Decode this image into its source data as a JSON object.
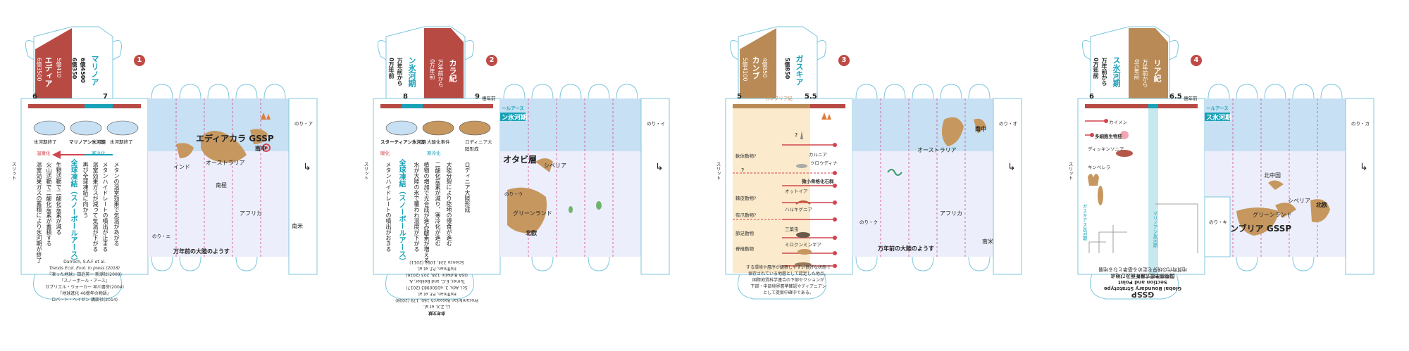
{
  "colors": {
    "era_red": "#b74a43",
    "era_brown": "#b98a55",
    "teal": "#18a2b8",
    "ocean": "#c7e0f3",
    "land": "#c6975e",
    "lavender": "#eceefb",
    "pink_fold": "#d54a7e",
    "outline": "#7cc7de",
    "cream": "#fbeacb",
    "red_dot": "#d2454e"
  },
  "common": {
    "slit_label": "スリット",
    "arrow_glyph": "↳"
  },
  "panel1": {
    "badge": "1",
    "tab_red_lines": [
      "エディア",
      "6億3500",
      "5億410"
    ],
    "tab_white_lines": [
      "マリノア",
      "6億4500",
      "6億350"
    ],
    "scale_left": "6",
    "scale_right": "7",
    "event_labels": [
      "氷河期終了",
      "マリノアン氷河期",
      "氷河期終了"
    ],
    "trend_left": "温暖化",
    "trend_right": "寒冷化",
    "col_texts": [
      "温室効果ガスの蓄積により氷河期が終了",
      "火山活動で二酸化炭素が蓄積する",
      "生物活動で二酸化炭素が減る",
      "全球凍結（スノーボールアース）",
      "再び全球凍結に向かう",
      "温室効果ガスが減って気温が下がる",
      "メタンハイドレートの噴出が止まる",
      "メタンの温室効果で気温があがる"
    ],
    "gssp_label": "エディアカラ GSSP",
    "map_labels": [
      "インド",
      "オーストラリア",
      "南中",
      "南極",
      "アフリカ",
      "南米"
    ],
    "glue_label": "のり・ア",
    "glue_label2": "のり・エ",
    "map_caption": "万年前の大陸のようす",
    "refs": [
      "Darroch, S.A.F et al.",
      "Trends Ecol. Evol. in press (2018)",
      "『凍った地球』田近英一 新潮社(2009)",
      "『スノーボール・アース』",
      "ガブリエル・ウォーカー 早川書房(2004)",
      "『地球進化 46億年の物語』",
      "ロバート・ヘイゼン 講談社(2014)"
    ]
  },
  "panel2": {
    "badge": "2",
    "tab_white_lines": [
      "ン氷河期",
      "万年前から",
      "0万年前"
    ],
    "tab_red_lines": [
      "カラ紀",
      "万年前から",
      "0万年前"
    ],
    "scale_left": "8",
    "scale_right": "9",
    "scale_unit": "億年前",
    "banner_top": "ールアース",
    "banner": "ン氷河期",
    "event_labels": [
      "スターティアン氷河期",
      "大酸化事件",
      "ロディニア大陸形成"
    ],
    "trend_left": "暖化",
    "trend_right": "寒冷化",
    "col_texts": [
      "メタンハイドレートの噴出がおきる",
      "全球凍結（スノーボールアース）",
      "水が大陸の氷で覆われ温度が下がる",
      "植物の増加で光合成が進み酸素が増える",
      "二酸化炭素が減り、寒冷化が進む",
      "大陸分裂により陸地の侵食が進む",
      "ロディニア大陸形成"
    ],
    "map_title": "オタビ層",
    "map_labels": [
      "シベリア",
      "グリーンランド",
      "北欧"
    ],
    "glue_label": "のり・イ",
    "glue_label2": "のり・ウ",
    "refs": [
      "参考文献",
      "Li, Z.X. et al.",
      "Precambrian Research 160, 179 (2008)",
      "Hoffman, P.F. et al.",
      "Sci. Adv. 3: e1600983 (2017)",
      "Turner, E.C. and Bekker, A.",
      "GSA Bulletin 128, 203 (2016)",
      "Hoffman, P.F. et al.",
      "Science 334, 1091 (2011)"
    ]
  },
  "panel3": {
    "badge": "3",
    "tab_brown_lines": [
      "カンブ",
      "5億4100",
      "4億850"
    ],
    "tab_white_lines": [
      "ガスキア",
      "5億850",
      ""
    ],
    "scale_left": "5",
    "scale_mid": "カンブリア紀",
    "scale_right": "5.5",
    "questions": [
      "?",
      "?"
    ],
    "groups": [
      "軟体動物?",
      "棘皮動物?",
      "有爪動物?",
      "節足動物",
      "脊椎動物"
    ],
    "taxa": [
      "カルニア",
      "クロウディナ",
      "微小骨格化石群",
      "オットイア",
      "ハルキゲニア",
      "三葉虫",
      "ミロクンミンギア"
    ],
    "map_labels": [
      "南中",
      "オーストラリア",
      "アフリカ",
      "南米"
    ],
    "glue_label": "のり・オ",
    "glue_label2": "のり・ク",
    "map_caption": "万年前の大陸のようす",
    "bottom_lines": [
      "する環境や層序が観察しやすい良好な状態で",
      "保存されている地層として認定した地点。",
      "国際地質科学連合の下部セクションが",
      "下部・中部境界層準確認やディアニアン",
      "として提案中確中である。"
    ]
  },
  "panel4": {
    "badge": "4",
    "tab_white_lines": [
      "ス氷河期",
      "万年前から",
      "0万年前"
    ],
    "tab_brown_lines": [
      "リア紀",
      "万年前から",
      "0万年前"
    ],
    "scale_left": "6",
    "scale_right": "6.5",
    "scale_unit": "億年前",
    "banner_top": "ールアース",
    "banner": "ス氷河期",
    "taxa": [
      "カイメン",
      "多細胞生物胚",
      "ディッキンソニア",
      "キンベレラ"
    ],
    "vertical_labels": [
      "ガスキアス氷河期",
      "マリノアン氷河期"
    ],
    "map_labels": [
      "北中国",
      "シベリア",
      "北欧",
      "グリーンランド"
    ],
    "gssp_label": "ンブリア GSSP",
    "glue_label": "のり・カ",
    "glue_label2": "のり・キ",
    "bottom_title": "GSSP",
    "bottom_lines": [
      "Global Boundary Stratotype",
      "Section and Point",
      "国際標準模式層断面及び地点",
      "地質時代の境界を定める基準となる地層"
    ]
  }
}
